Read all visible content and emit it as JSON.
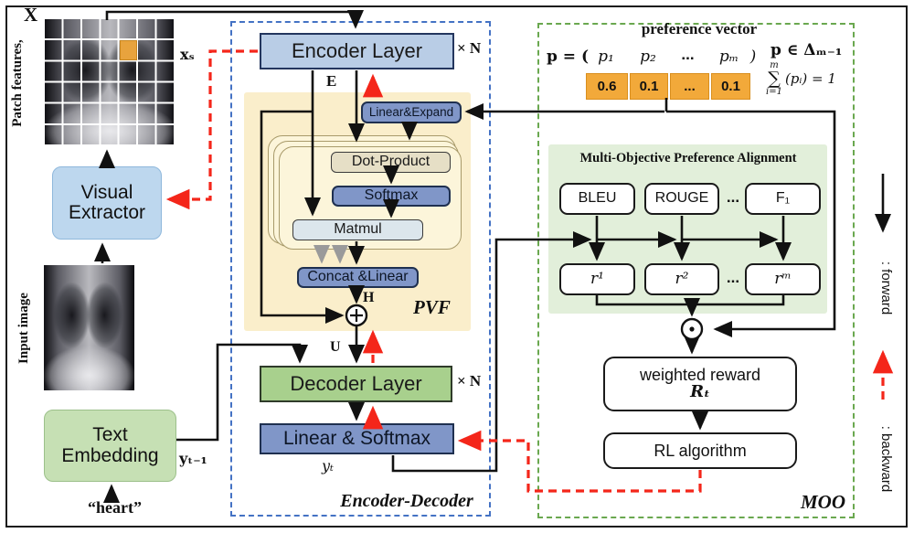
{
  "left": {
    "x": "X",
    "patch_features": "Patch features,",
    "xs": "xₛ",
    "visual_extractor": "Visual Extractor",
    "input_image": "Input image",
    "text_embedding": "Text Embedding",
    "y_prev": "yₜ₋₁",
    "heart": "“heart”"
  },
  "enc_dec": {
    "label": "Encoder-Decoder",
    "encoder_layer": "Encoder Layer",
    "times_n": "× N",
    "e": "E",
    "u": "U",
    "decoder_layer": "Decoder Layer",
    "linear_softmax": "Linear & Softmax",
    "yt": "yₜ"
  },
  "pvf": {
    "label": "PVF",
    "linear_expand": "Linear&Expand",
    "dot_product": "Dot-Product",
    "softmax": "Softmax",
    "matmul": "Matmul",
    "concat_linear": "Concat &Linear",
    "h": "H"
  },
  "moo": {
    "label": "MOO",
    "pref": {
      "title": "preference vector",
      "lhs": "p = (",
      "items": [
        "p₁",
        "p₂",
        "...",
        "pₘ"
      ],
      "close": ")",
      "cells": [
        "0.6",
        "0.1",
        "...",
        "0.1"
      ],
      "membership": "p ∈ Δₘ₋₁",
      "sum_top": "m",
      "sum_sigma": "∑",
      "sum_bottom": "i=1",
      "sum_rhs": "(pᵢ) = 1"
    },
    "mopa": {
      "title": "Multi-Objective Preference Alignment",
      "metrics": [
        "BLEU",
        "ROUGE",
        "F₁"
      ],
      "metrics_dots": "...",
      "rewards": [
        "r¹",
        "r²",
        "rᵐ"
      ],
      "rewards_dots": "..."
    },
    "weighted_reward": "weighted reward",
    "rt": "Rₜ",
    "rl_algorithm": "RL algorithm"
  },
  "legend": {
    "forward": ": forward",
    "backward": ": backward"
  }
}
